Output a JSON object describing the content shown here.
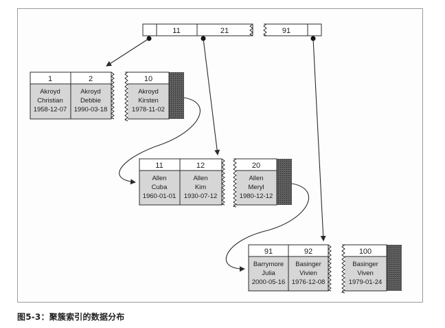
{
  "caption": "图5-3：聚簇索引的数据分布",
  "root": {
    "keys": [
      "11",
      "21",
      "91"
    ]
  },
  "leaves": [
    {
      "id": "leaf-1",
      "keys": [
        "1",
        "2",
        "10"
      ],
      "rows": [
        [
          "Akroyd",
          "Christian",
          "1958-12-07"
        ],
        [
          "Akroyd",
          "Debbie",
          "1990-03-18"
        ],
        [
          "Akroyd",
          "Kirsten",
          "1978-11-02"
        ]
      ]
    },
    {
      "id": "leaf-2",
      "keys": [
        "11",
        "12",
        "20"
      ],
      "rows": [
        [
          "Allen",
          "Cuba",
          "1960-01-01"
        ],
        [
          "Allen",
          "Kim",
          "1930-07-12"
        ],
        [
          "Allen",
          "Meryl",
          "1980-12-12"
        ]
      ]
    },
    {
      "id": "leaf-3",
      "keys": [
        "91",
        "92",
        "100"
      ],
      "rows": [
        [
          "Barrymore",
          "Julia",
          "2000-05-16"
        ],
        [
          "Basinger",
          "Vivien",
          "1976-12-08"
        ],
        [
          "Basinger",
          "Viven",
          "1979-01-24"
        ]
      ]
    }
  ],
  "colors": {
    "line": "#2a2a2a",
    "row_fill": "#d6d6d6",
    "header_fill": "#ffffff",
    "shadow": "#4a4a4a"
  }
}
